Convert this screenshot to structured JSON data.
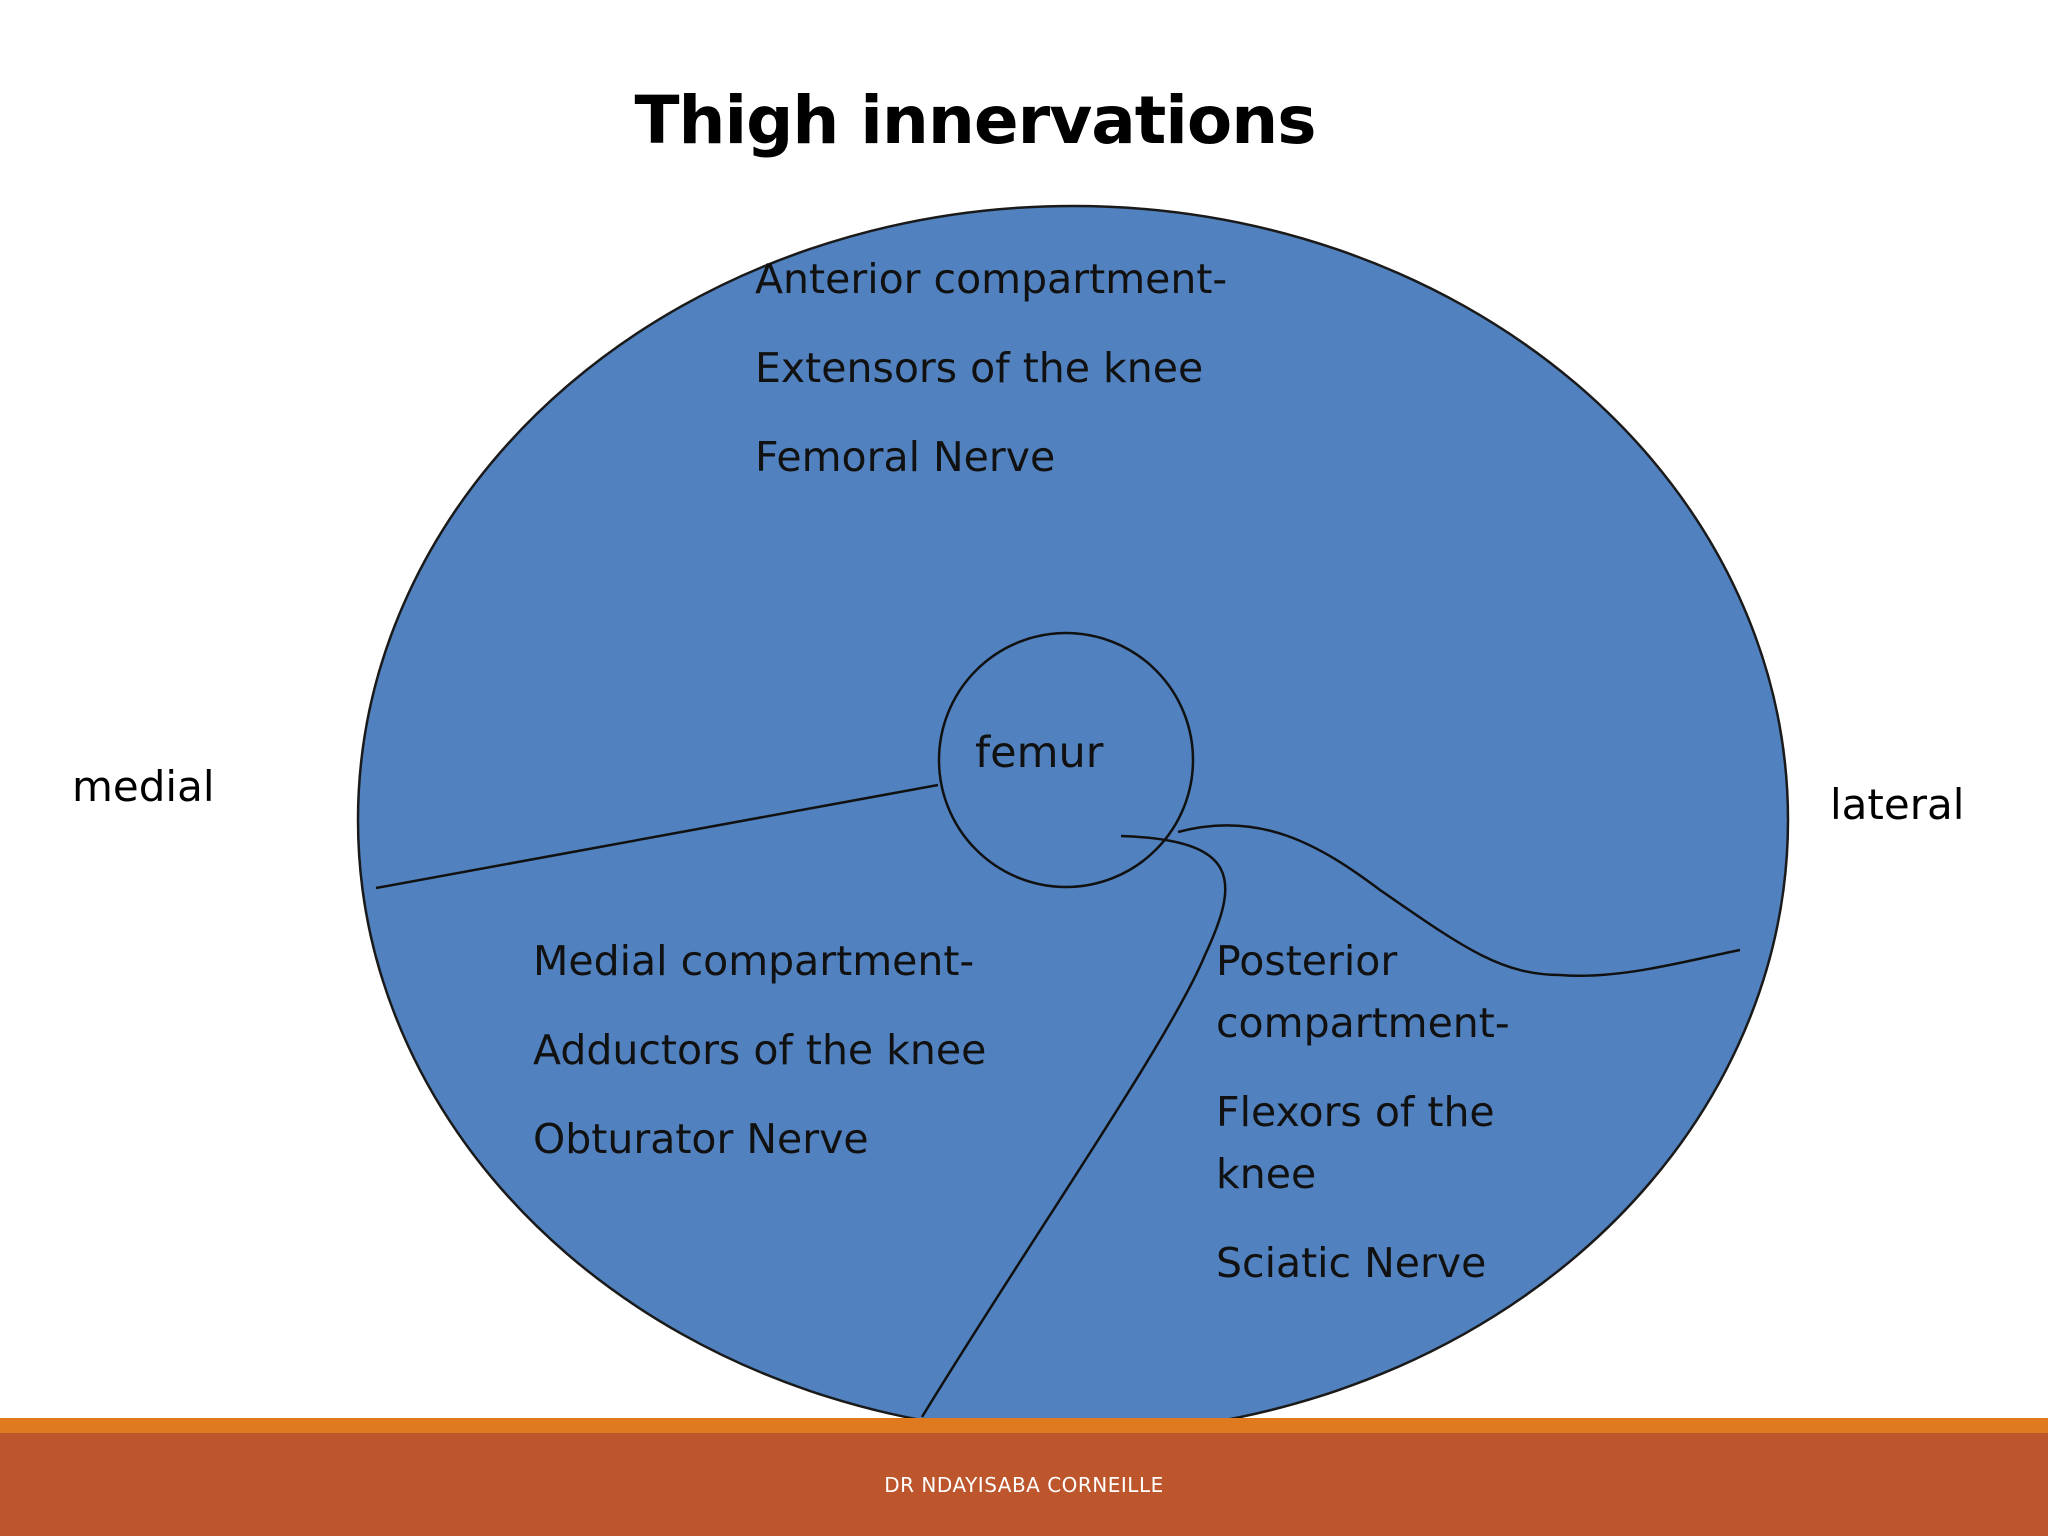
{
  "slide": {
    "title": "Thigh innervations",
    "orientation": {
      "medial": "medial",
      "lateral": "lateral"
    },
    "femur_label": "femur",
    "compartments": {
      "anterior": {
        "heading": "Anterior compartment-",
        "function": "Extensors of the knee",
        "nerve": "Femoral Nerve"
      },
      "medial": {
        "heading": "Medial compartment-",
        "function": "Adductors of the knee",
        "nerve": "Obturator Nerve"
      },
      "posterior": {
        "heading": "Posterior compartment-",
        "function": "Flexors of the knee",
        "nerve": "Sciatic Nerve"
      }
    },
    "footer": "DR NDAYISABA CORNEILLE",
    "colors": {
      "thigh_fill": "#5181be",
      "outline": "#1a1a1a",
      "footer_band": "#bd562c",
      "footer_stripe": "#e07a1f"
    }
  }
}
